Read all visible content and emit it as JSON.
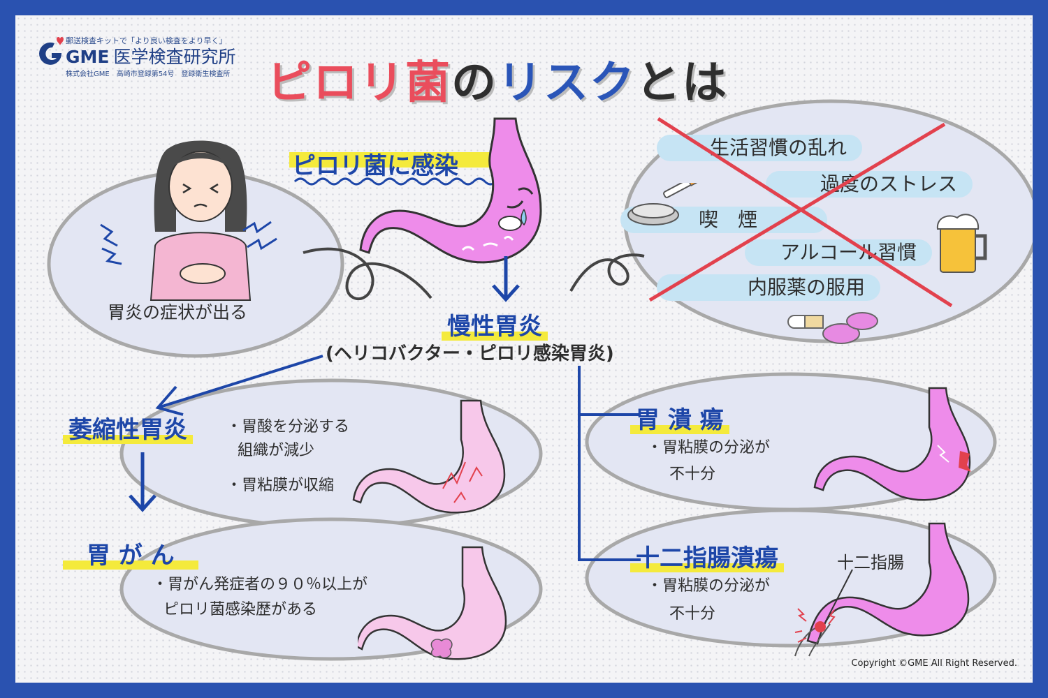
{
  "logo": {
    "tagline": "郵送検査キットで「より良い検査をより早く」",
    "brand": "GME",
    "name": "医学検査研究所",
    "sub": "株式会社GME　高崎市登録第54号　登録衛生検査所"
  },
  "title": {
    "part1": "ピロリ菌",
    "part2": "の",
    "part3": "リスク",
    "part4": "とは"
  },
  "infection_label": "ピロリ菌に感染",
  "symptom_label": "胃炎の症状が出る",
  "not_causes": [
    "生活習慣の乱れ",
    "過度のストレス",
    "喫　煙",
    "アルコール習慣",
    "内服薬の服用"
  ],
  "chronic": {
    "title": "慢性胃炎",
    "subtitle": "(ヘリコバクター・ピロリ感染胃炎)"
  },
  "atrophic": {
    "title": "萎縮性胃炎",
    "points": [
      "・胃酸を分泌する",
      "組織が減少",
      "・胃粘膜が収縮"
    ]
  },
  "cancer": {
    "title": "胃 が ん",
    "points": [
      "・胃がん発症者の９０％以上が",
      "ピロリ菌感染歴がある"
    ]
  },
  "gastric_ulcer": {
    "title": "胃 潰 瘍",
    "points": [
      "・胃粘膜の分泌が",
      "不十分"
    ]
  },
  "duodenal_ulcer": {
    "title": "十二指腸潰瘍",
    "points": [
      "・胃粘膜の分泌が",
      "不十分"
    ],
    "label": "十二指腸"
  },
  "copyright": "Copyright ©GME All Right Reserved.",
  "colors": {
    "border": "#2a52b0",
    "accent_red": "#ea4d5c",
    "accent_blue": "#2a55b8",
    "heading_blue": "#1d46a8",
    "highlight_yellow": "#f4ea3c",
    "stomach_pink": "#ee8cea",
    "ellipse_fill": "#e3e6f3",
    "pill_blue": "#c6e4f4",
    "cross_red": "#e2414d"
  },
  "icons": [
    "heart-logo-icon",
    "stomach-illustration",
    "woman-stomachache-illustration",
    "ashtray-cigarette-icon",
    "beer-mug-icon",
    "medicine-pills-icon",
    "red-cross-mark"
  ]
}
